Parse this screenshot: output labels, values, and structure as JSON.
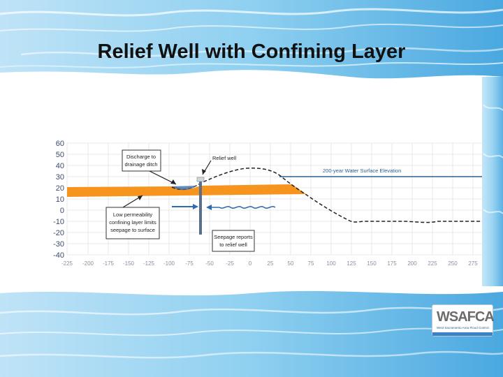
{
  "slide": {
    "title": "Relief Well with Confining Layer",
    "colors": {
      "water_light": "#cfe9f8",
      "water_mid": "#7cc4ea",
      "water_dark": "#2f8fd0"
    }
  },
  "diagram": {
    "y_ticks": [
      "60",
      "50",
      "40",
      "30",
      "20",
      "10",
      "0",
      "-10",
      "-20",
      "-30",
      "-40"
    ],
    "x_ticks": [
      "-225",
      "-200",
      "-175",
      "-150",
      "-125",
      "-100",
      "-75",
      "-50",
      "-25",
      "0",
      "25",
      "50",
      "75",
      "100",
      "125",
      "150",
      "175",
      "200",
      "225",
      "250",
      "275"
    ],
    "labels": {
      "discharge": [
        "Discharge to",
        "drainage ditch"
      ],
      "relief_well": "Relief well",
      "water_elev": "200-year Water Surface Elevation",
      "confining": [
        "Low permeability",
        "confining layer limits",
        "seepage to surface"
      ],
      "seepage": [
        "Seepage reports",
        "to relief well"
      ]
    },
    "colors": {
      "confining_layer": "#f7941d",
      "water_line": "#2d5f8f",
      "arrow": "#2d6cb3",
      "grid": "#e2e2e2"
    }
  },
  "logo": {
    "text": "WSAFCA",
    "subtitle": "West Sacramento Area Flood Control Agency"
  }
}
